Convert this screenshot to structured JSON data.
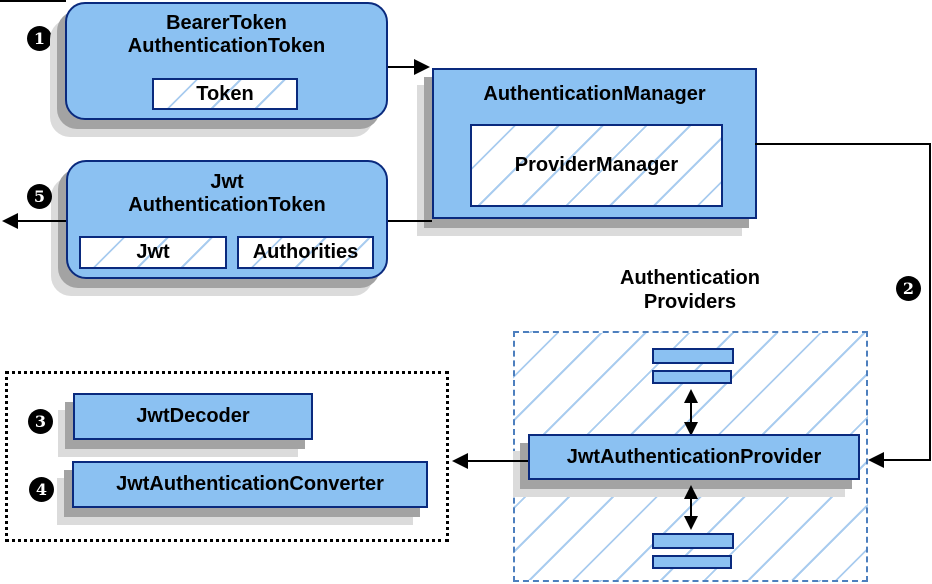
{
  "nodes": {
    "bearer_token": {
      "title_line1": "BearerToken",
      "title_line2": "AuthenticationToken",
      "field_token": "Token"
    },
    "authentication_manager": {
      "title": "AuthenticationManager",
      "field_provider_manager": "ProviderManager"
    },
    "jwt_authentication_token": {
      "title_line1": "Jwt",
      "title_line2": "AuthenticationToken",
      "field_jwt": "Jwt",
      "field_authorities": "Authorities"
    },
    "authentication_providers": {
      "label_line1": "Authentication",
      "label_line2": "Providers",
      "provider": "JwtAuthenticationProvider"
    },
    "jwt_tools": {
      "decoder": "JwtDecoder",
      "converter": "JwtAuthenticationConverter"
    }
  },
  "steps": {
    "s1": "1",
    "s2": "2",
    "s3": "3",
    "s4": "4",
    "s5": "5"
  },
  "colors": {
    "node_fill": "#8BC1F2",
    "node_border": "#0A2A7E",
    "hatch_line": "#A9CCEF",
    "providers_dash_border": "#4D7FBE",
    "tools_dash_border": "#000000",
    "shadow_dark": "#A3A3A3",
    "shadow_light": "#DBDBDB",
    "arrow": "#000000",
    "badge_bg": "#000000",
    "badge_text": "#FFFFFF"
  }
}
